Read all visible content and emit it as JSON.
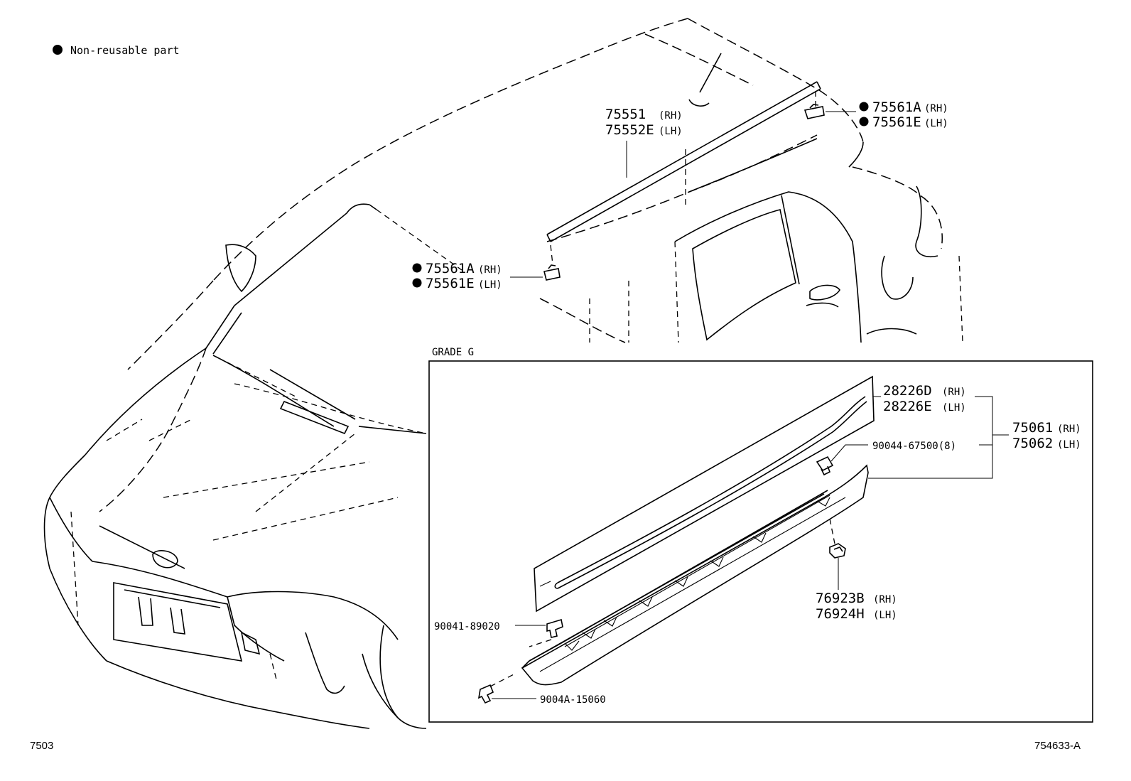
{
  "legend": {
    "bullet_text": "Non-reusable part"
  },
  "labels": {
    "roof_molding_rh": "75551",
    "roof_molding_rh_side": "(RH)",
    "roof_molding_lh": "75552E",
    "roof_molding_lh_side": "(LH)",
    "clip_rear_rh": "75561A",
    "clip_rear_rh_side": "(RH)",
    "clip_rear_lh": "75561E",
    "clip_rear_lh_side": "(LH)",
    "clip_front_rh": "75561A",
    "clip_front_rh_side": "(RH)",
    "clip_front_lh": "75561E",
    "clip_front_lh_side": "(LH)"
  },
  "inset": {
    "title": "GRADE G",
    "stripe_rh": "28226D",
    "stripe_rh_side": "(RH)",
    "stripe_lh": "28226E",
    "stripe_lh_side": "(LH)",
    "clip_qty": "90044-67500(8)",
    "assy_rh": "75061",
    "assy_rh_side": "(RH)",
    "assy_lh": "75062",
    "assy_lh_side": "(LH)",
    "clip_end_rh": "76923B",
    "clip_end_rh_side": "(RH)",
    "clip_end_lh": "76924H",
    "clip_end_lh_side": "(LH)",
    "screw_front": "90041-89020",
    "screw_rear": "9004A-15060"
  },
  "footer": {
    "page_code": "7503",
    "figure_id": "754633-A"
  }
}
